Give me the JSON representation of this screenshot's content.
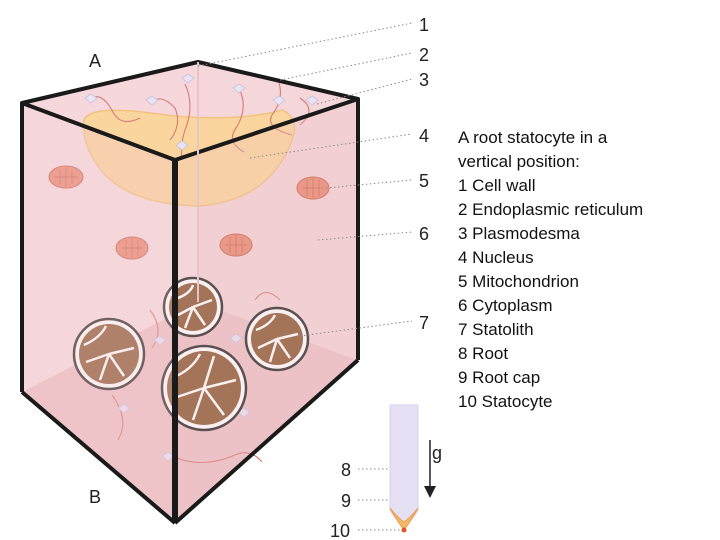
{
  "diagram": {
    "corner_labels": {
      "a": "A",
      "b": "B"
    },
    "callouts": [
      "1",
      "2",
      "3",
      "4",
      "5",
      "6",
      "7",
      "8",
      "9",
      "10"
    ],
    "gravity_label": "g"
  },
  "legend": {
    "title": "A root statocyte in a\nvertical position:",
    "items": [
      "1 Cell wall",
      "2 Endoplasmic reticulum",
      "3 Plasmodesma",
      "4 Nucleus",
      "5 Mitochondrion",
      "6 Cytoplasm",
      "7 Statolith",
      "8 Root",
      "9 Root cap",
      "10 Statocyte"
    ]
  },
  "colors": {
    "cell_face": "#f4d2d6",
    "cell_face_dark": "#eab7bd",
    "outline": "#1a1a1a",
    "nucleus": "#fbd59a",
    "mitochondrion": "#e98a72",
    "statolith": "#8b5a35",
    "root": "#e6e0f5",
    "root_cap": "#f2b866"
  }
}
